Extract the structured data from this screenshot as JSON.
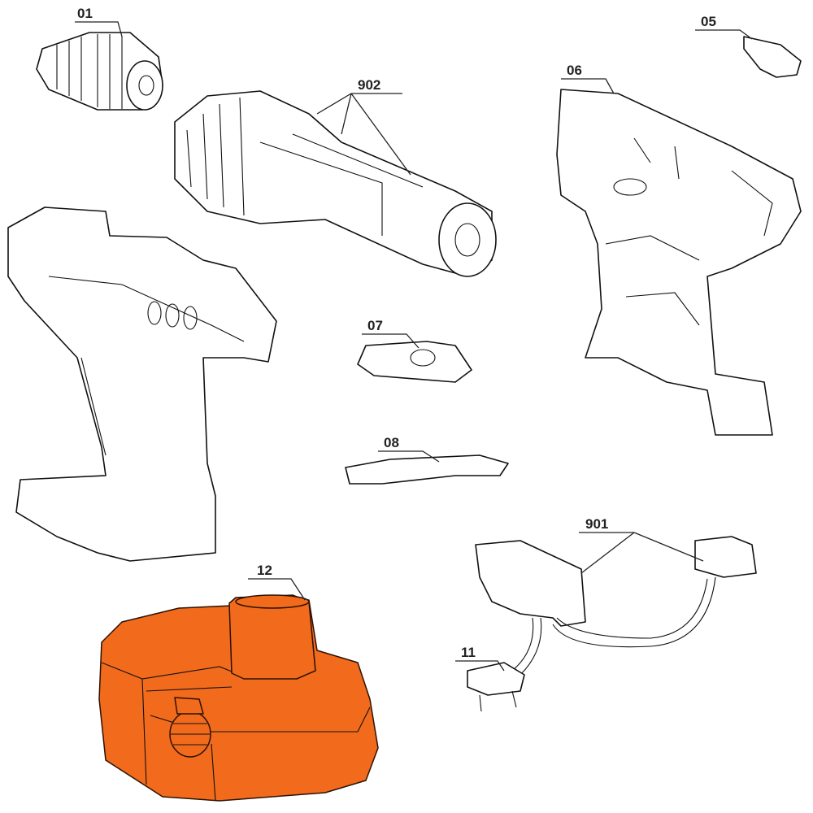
{
  "title": "Exploded parts diagram - cordless drill",
  "colors": {
    "battery": "#f26a1b",
    "line": "#111111"
  },
  "parts": [
    {
      "id": "chuck",
      "label": "01"
    },
    {
      "id": "gearbox-motor",
      "label": "902"
    },
    {
      "id": "cap",
      "label": "05"
    },
    {
      "id": "housing-right",
      "label": "06"
    },
    {
      "id": "switch-slider",
      "label": "07"
    },
    {
      "id": "direction-slider",
      "label": "08"
    },
    {
      "id": "switch-wiring",
      "label": "901"
    },
    {
      "id": "battery-pack",
      "label": "12"
    },
    {
      "id": "terminal",
      "label": "11"
    }
  ]
}
